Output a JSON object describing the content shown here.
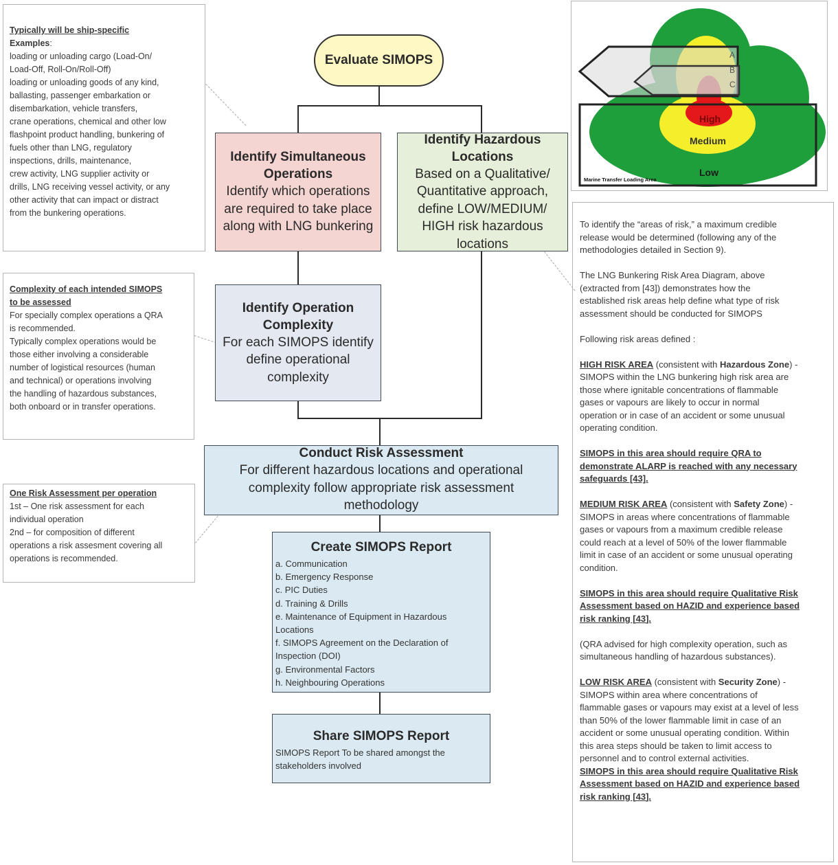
{
  "left_notes": {
    "ship_specific": {
      "heading": "Typically will be ship-specific",
      "examples_label": "Examples",
      "lines": [
        "loading or unloading cargo (Load-On/",
        "Load-Off, Roll-On/Roll-Off)",
        "loading or unloading goods of any kind,",
        "ballasting, passenger embarkation or",
        "disembarkation, vehicle transfers,",
        "crane operations, chemical and other low",
        "flashpoint product handling, bunkering of",
        "fuels other than LNG, regulatory",
        "inspections, drills, maintenance,",
        "crew activity, LNG supplier activity or",
        "drills, LNG receiving vessel activity, or any",
        "other activity that can impact or distract",
        "from the bunkering operations."
      ]
    },
    "complexity": {
      "heading_line1": "Complexity of each intended SIMOPS",
      "heading_line2": "to be assessed",
      "lines": [
        "For specially complex operations a QRA",
        "is recommended.",
        "Typically complex operations would be",
        "those either involving a considerable",
        "number of logistical resources (human",
        "and technical) or operations involving",
        "the handling of hazardous substances,",
        "both onboard or in transfer operations."
      ]
    },
    "one_risk": {
      "heading": "One Risk Assessment per operation",
      "lines": [
        "1st – One risk assessment for each",
        "individual operation",
        "2nd – for composition of different",
        "operations a risk assesment covering all",
        "operations is recommended."
      ]
    }
  },
  "flow": {
    "start": "Evaluate SIMOPS",
    "simultaneous": {
      "title_line1": "Identify Simultaneous",
      "title_line2": "Operations",
      "body": [
        "Identify which operations",
        "are required to take place",
        "along with LNG bunkering"
      ]
    },
    "hazardous": {
      "title_line1": "Identify Hazardous",
      "title_line2": "Locations",
      "body": [
        "Based on a Qualitative/",
        "Quantitative approach,",
        "define LOW/MEDIUM/",
        "HIGH risk hazardous",
        "locations"
      ]
    },
    "complexity": {
      "title_line1": "Identify Operation",
      "title_line2": "Complexity",
      "body": [
        "For each SIMOPS identify",
        "define operational",
        "complexity"
      ]
    },
    "risk": {
      "title": "Conduct Risk Assessment",
      "body": [
        "For different hazardous locations and operational",
        "complexity follow appropriate risk assessment",
        "methodology"
      ]
    },
    "report": {
      "title": "Create SIMOPS Report",
      "items": [
        "a. Communication",
        "b. Emergency Response",
        "c. PIC Duties",
        "d. Training & Drills",
        "e. Maintenance of Equipment in Hazardous",
        "Locations",
        "f. SIMOPS Agreement on the Declaration of",
        "Inspection (DOI)",
        "g. Environmental Factors",
        "h. Neighbouring Operations"
      ]
    },
    "share": {
      "title": "Share SIMOPS Report",
      "body": [
        "SIMOPS Report To be shared amongst the",
        "stakeholders involved"
      ]
    }
  },
  "risk_diagram": {
    "labels": {
      "high": "High",
      "medium": "Medium",
      "low": "Low",
      "a": "A",
      "b": "B",
      "c": "C"
    },
    "caption": "Marine Transfer Loading Area",
    "colors": {
      "low": "#1f9e3c",
      "medium": "#f5ee2a",
      "high": "#e4181b"
    }
  },
  "right_note": {
    "p1": [
      "To identify the “areas of risk,” a maximum credible",
      "release would be determined (following any of the",
      "methodologies detailed in Section 9)."
    ],
    "p2": [
      "The LNG Bunkering Risk Area Diagram, above",
      "(extracted from [43]) demonstrates how the",
      "established risk areas help define what type of risk",
      "assessment should be conducted for SIMOPS"
    ],
    "p3": "Following risk areas defined :",
    "high": {
      "label": "HIGH RISK AREA",
      "consistent_pre": " (consistent with ",
      "zone": "Hazardous Zone",
      "consistent_post": ") -",
      "lines": [
        "SIMOPS within the LNG bunkering high risk area are",
        "those where ignitable concentrations of flammable",
        "gases or vapours are likely to occur in normal",
        "operation or in case of an accident or some unusual",
        "operating condition."
      ],
      "req": [
        "SIMOPS in this area should require QRA to",
        "demonstrate ALARP is reached with any necessary",
        "safeguards [43]."
      ]
    },
    "medium": {
      "label": "MEDIUM RISK AREA",
      "consistent_pre": " (consistent with ",
      "zone": "Safety Zone",
      "consistent_post": ") -",
      "lines": [
        "SIMOPS in areas where concentrations of flammable",
        "gases or vapours from a maximum credible release",
        "could reach at a level of 50% of the lower flammable",
        "limit in case of an accident or some unusual operating",
        "condition."
      ],
      "req": [
        "SIMOPS in this area should require Qualitative Risk",
        "Assessment based on HAZID and experience based",
        "risk ranking [43]."
      ],
      "qra": [
        "(QRA advised for high complexity operation, such as",
        "simultaneous handling of hazardous substances)."
      ]
    },
    "low": {
      "label": "LOW RISK AREA",
      "consistent_pre": " (consistent with ",
      "zone": "Security Zone",
      "consistent_post": ") -",
      "lines": [
        "SIMOPS within area where concentrations of",
        "flammable gases or vapours may exist at a level of less",
        "than 50% of the lower flammable limit in case of an",
        "accident or some unusual operating condition. Within",
        "this area steps should be taken to limit access to",
        "personnel and to control external activities."
      ],
      "req": [
        "SIMOPS in this area should require Qualitative Risk",
        "Assessment based on HAZID and experience based",
        "risk ranking [43]."
      ]
    }
  }
}
